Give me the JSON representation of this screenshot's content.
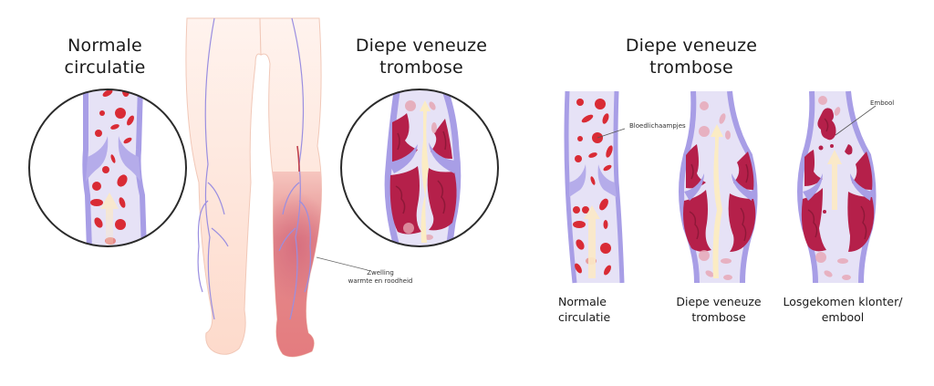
{
  "left_panel": {
    "normal_title_line1": "Normale",
    "normal_title_line2": "circulatie",
    "dvt_title_line1": "Diepe veneuze",
    "dvt_title_line2": "trombose",
    "swelling_label_line1": "Zwelling",
    "swelling_label_line2": "warmte en roodheid"
  },
  "right_panel": {
    "title_line1": "Diepe veneuze",
    "title_line2": "trombose",
    "blood_cells_label": "Bloedlichaampjes",
    "embolus_label": "Embool",
    "captions": [
      {
        "line1": "Normale",
        "line2": "circulatie"
      },
      {
        "line1": "Diepe veneuze",
        "line2": "trombose"
      },
      {
        "line1": "Losgekomen klonter/",
        "line2": "embool"
      }
    ]
  },
  "colors": {
    "vein_wall": "#a89ee6",
    "vein_lumen": "#e6e2f6",
    "blood_cell": "#d92b35",
    "clot": "#b5204a",
    "clot_dark": "#8e1838",
    "arrow": "#fbeccb",
    "skin": "#fde3d8",
    "swelling": "#e2747a",
    "circle_stroke": "#2b2b2b"
  }
}
